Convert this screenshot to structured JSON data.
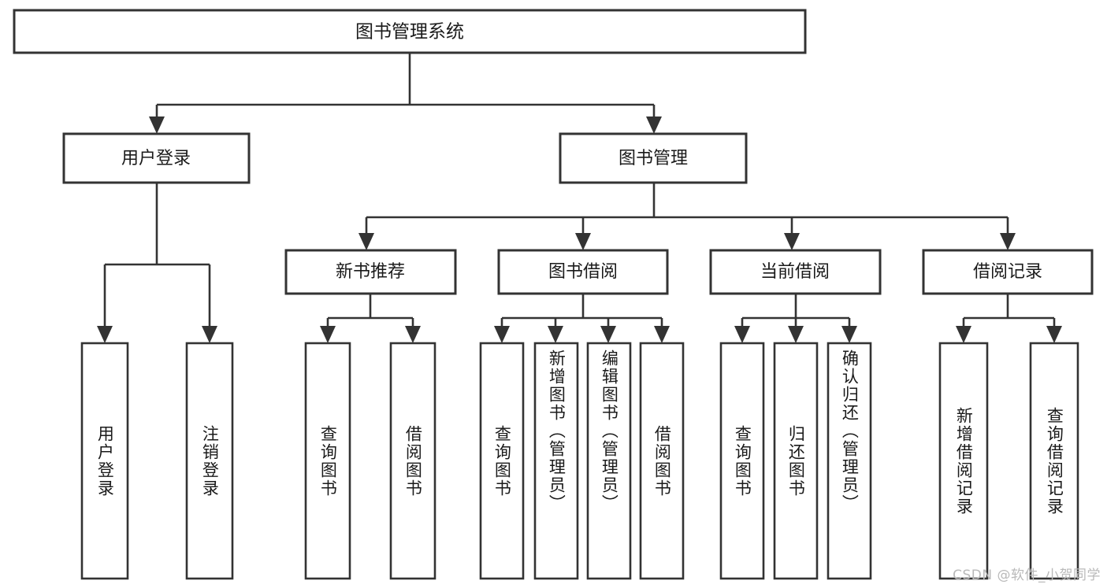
{
  "diagram": {
    "title": "图书管理系统",
    "type": "tree-hierarchy",
    "colors": {
      "stroke": "#333333",
      "fill": "#ffffff",
      "text": "#1a1a1a",
      "watermark": "#b9b9b9"
    },
    "root": {
      "label": "图书管理系统"
    },
    "level2": [
      {
        "label": "用户登录"
      },
      {
        "label": "图书管理"
      }
    ],
    "level3": [
      {
        "label": "新书推荐"
      },
      {
        "label": "图书借阅"
      },
      {
        "label": "当前借阅"
      },
      {
        "label": "借阅记录"
      }
    ],
    "leaves": {
      "user_login": [
        {
          "label": "用户登录"
        },
        {
          "label": "注销登录"
        }
      ],
      "new_book_recommend": [
        {
          "label": "查询图书"
        },
        {
          "label": "借阅图书"
        }
      ],
      "book_borrow": [
        {
          "label": "查询图书"
        },
        {
          "label": "新增图书（管理员）"
        },
        {
          "label": "编辑图书（管理员）"
        },
        {
          "label": "借阅图书"
        }
      ],
      "current_borrow": [
        {
          "label": "查询图书"
        },
        {
          "label": "归还图书"
        },
        {
          "label": "确认归还（管理员）"
        }
      ],
      "borrow_record": [
        {
          "label": "新增借阅记录"
        },
        {
          "label": "查询借阅记录"
        }
      ]
    }
  },
  "watermark": {
    "text": "CSDN @软件_小贺同学"
  }
}
